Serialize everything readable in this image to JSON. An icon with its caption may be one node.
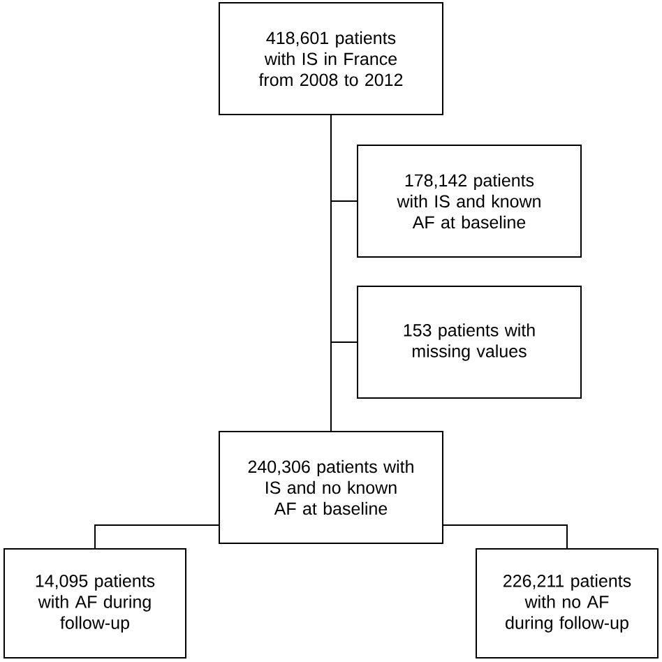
{
  "diagram": {
    "nodes": [
      {
        "text": [
          "418,601 patients with IS in France from 2008 to 2012"
        ]
      },
      {
        "text": [
          "178,142 patients with IS and known AF at baseline"
        ]
      },
      {
        "text": [
          "153 patients with missing values"
        ]
      },
      {
        "text": [
          "240,306 patients with IS and no known AF at baseline"
        ]
      },
      {
        "text": [
          "14,095 patients with AF during follow-up"
        ]
      },
      {
        "text": [
          "226,211 patients with no AF during follow-up"
        ]
      }
    ],
    "edges": [
      {
        "from": 0,
        "to": 3,
        "arrow": "none"
      },
      {
        "from": 0,
        "to": 1,
        "arrow": "none"
      },
      {
        "from": 0,
        "to": 2,
        "arrow": "none"
      },
      {
        "from": 3,
        "to": 4,
        "arrow": "none"
      },
      {
        "from": 3,
        "to": 5,
        "arrow": "none"
      }
    ]
  }
}
